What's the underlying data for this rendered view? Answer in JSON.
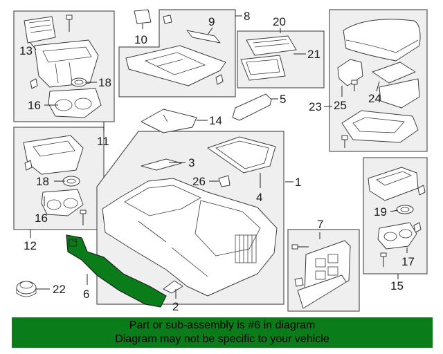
{
  "callouts": {
    "c1": "1",
    "c2": "2",
    "c3": "3",
    "c4": "4",
    "c5": "5",
    "c6": "6",
    "c7": "7",
    "c8": "8",
    "c9": "9",
    "c10": "10",
    "c11": "11",
    "c12": "12",
    "c13": "13",
    "c14": "14",
    "c15": "15",
    "c16a": "16",
    "c16b": "16",
    "c17": "17",
    "c18a": "18",
    "c18b": "18",
    "c19": "19",
    "c20": "20",
    "c21": "21",
    "c22": "22",
    "c23": "23",
    "c24": "24",
    "c25": "25",
    "c26": "26"
  },
  "banner": {
    "line1": "Part or sub-assembly is #6 in diagram",
    "line2": "Diagram may not be specific to your vehicle"
  },
  "colors": {
    "highlight_part": "#0a7c1a",
    "banner_bg": "#0a7c1a",
    "group_box": "#efefef"
  }
}
